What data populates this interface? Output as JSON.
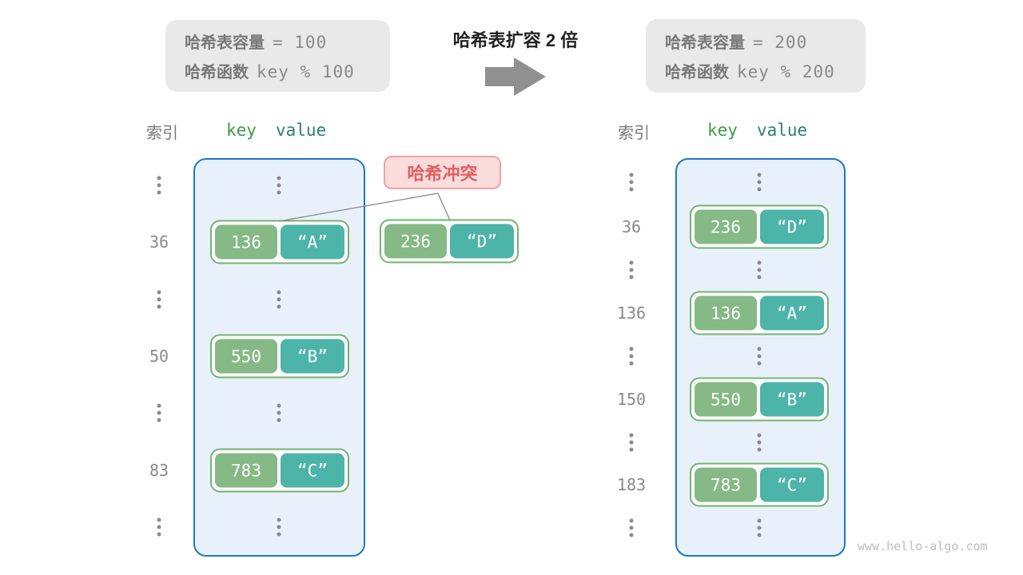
{
  "title": "哈希表扩容 2 倍",
  "before_box": {
    "capacity_label": "哈希表容量",
    "capacity_value": "= 100",
    "function_label": "哈希函数",
    "function_value": "key % 100"
  },
  "after_box": {
    "capacity_label": "哈希表容量",
    "capacity_value": "= 200",
    "function_label": "哈希函数",
    "function_value": "key % 200"
  },
  "collision_label": "哈希冲突",
  "floating_pair": {
    "key": "236",
    "value": "“D”"
  },
  "left_table": {
    "index_header": "索引",
    "key_header": "key",
    "value_header": "value",
    "entries": [
      {
        "index": "36",
        "key": "136",
        "value": "“A”"
      },
      {
        "index": "50",
        "key": "550",
        "value": "“B”"
      },
      {
        "index": "83",
        "key": "783",
        "value": "“C”"
      }
    ]
  },
  "right_table": {
    "index_header": "索引",
    "key_header": "key",
    "value_header": "value",
    "entries": [
      {
        "index": "36",
        "key": "236",
        "value": "“D”"
      },
      {
        "index": "136",
        "key": "136",
        "value": "“A”"
      },
      {
        "index": "150",
        "key": "550",
        "value": "“B”"
      },
      {
        "index": "183",
        "key": "783",
        "value": "“C”"
      }
    ]
  },
  "watermark": "www.hello-algo.com",
  "colors": {
    "info_box_bg": "#e9e9e9",
    "bucket_bg": "#e8f1fb",
    "bucket_border": "#1d78c4",
    "key_cell_bg": "#85b985",
    "value_cell_bg": "#4db4aa",
    "pair_border": "#74b36e",
    "collision_bg": "#fadcdc",
    "collision_border": "#f1a3a3",
    "collision_text": "#e25e5e",
    "arrow_gray": "#909090",
    "text_gray": "#8a8a8a"
  }
}
